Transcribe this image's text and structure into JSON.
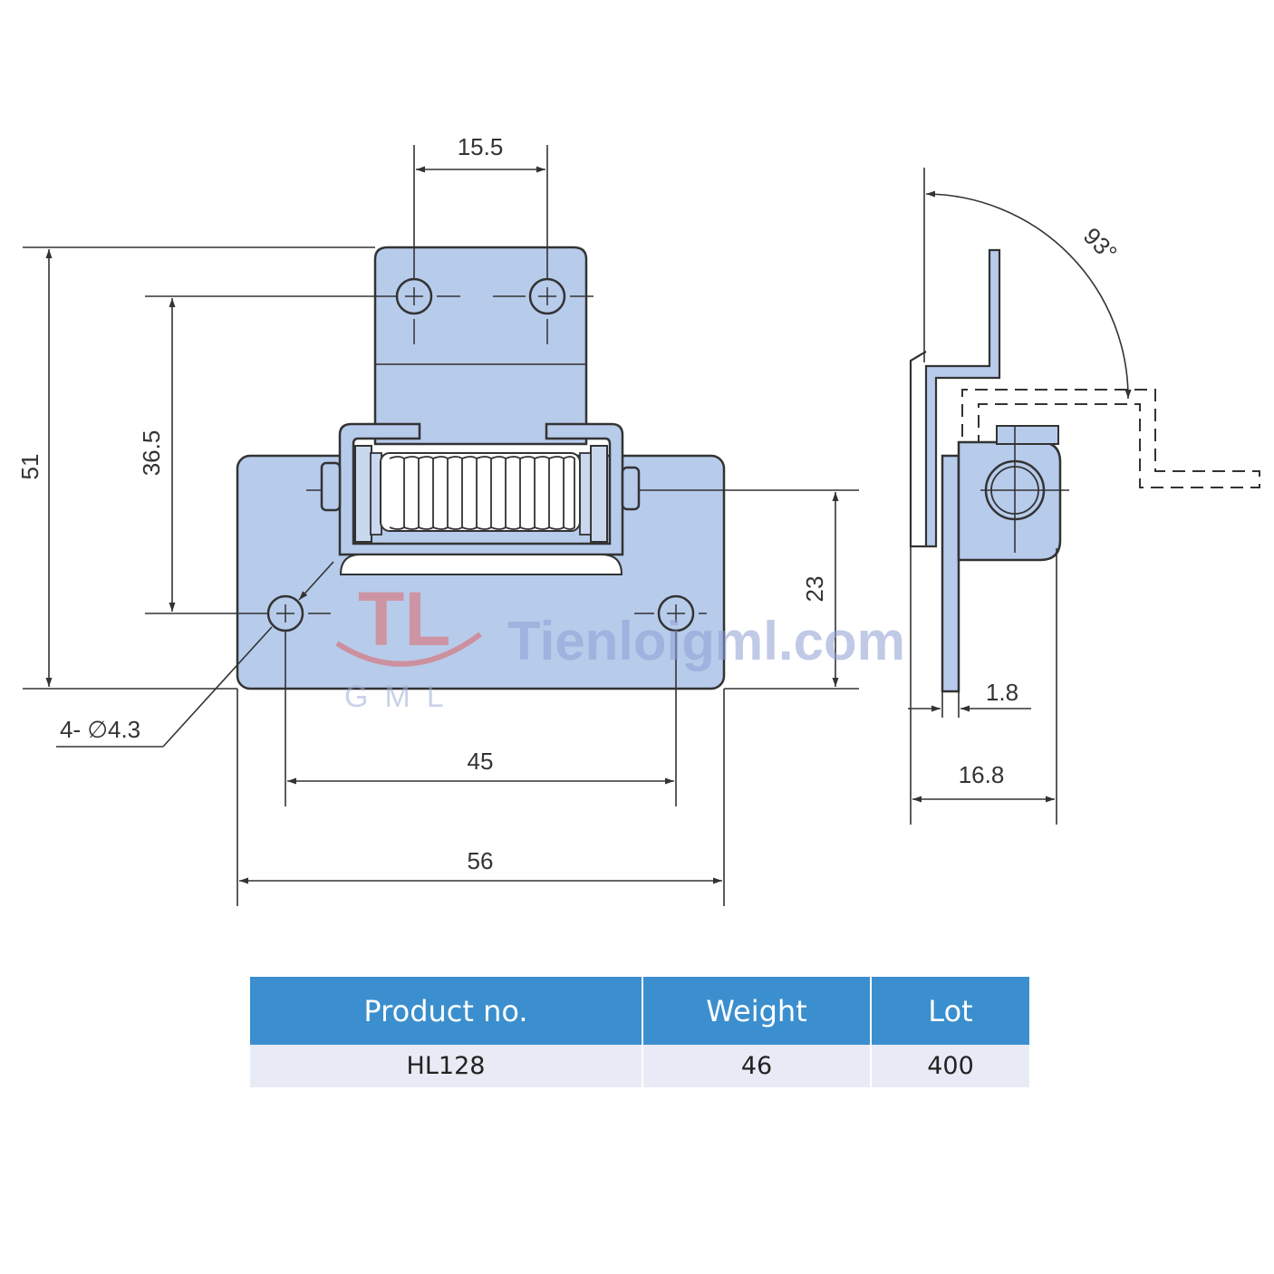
{
  "dimensions": {
    "hole_pitch_top": "15.5",
    "overall_height": "51",
    "hole_vertical_spacing": "36.5",
    "axis_to_base": "23",
    "hole_spec": "4- ∅4.3",
    "hole_pitch_bottom": "45",
    "overall_width": "56",
    "opening_angle": "93°",
    "plate_thickness": "1.8",
    "side_depth": "16.8"
  },
  "watermark": {
    "logo_letters": "TL",
    "logo_sub": "GML",
    "site": "Tienloigml.com"
  },
  "spec_table": {
    "headers": [
      "Product no.",
      "Weight",
      "Lot"
    ],
    "rows": [
      [
        "HL128",
        "46",
        "400"
      ]
    ]
  },
  "colors": {
    "part_fill": "#b7cbeb",
    "outline": "#333333",
    "table_header": "#3b8fce",
    "table_row": "#e8ebf5"
  }
}
